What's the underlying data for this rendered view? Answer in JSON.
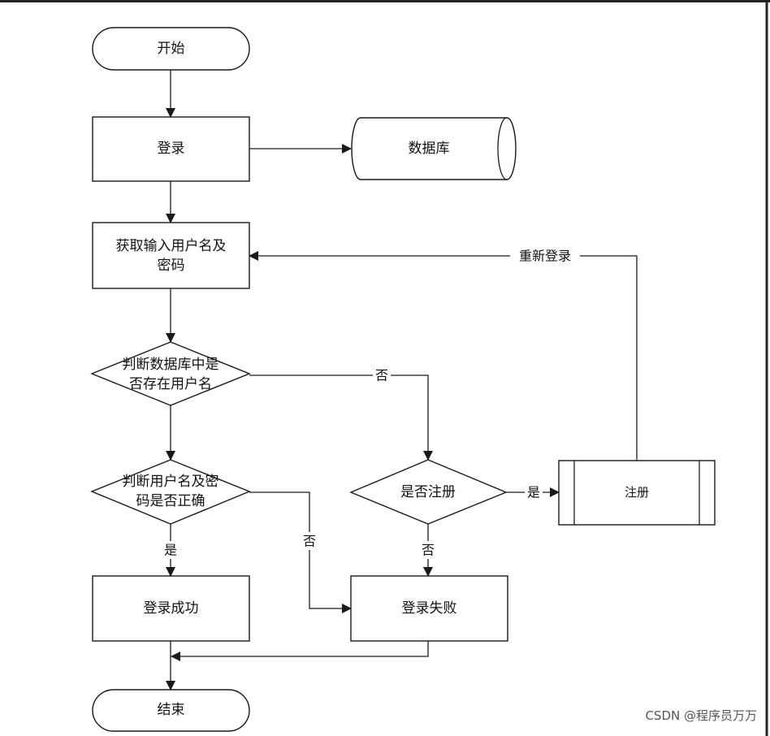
{
  "diagram": {
    "nodes": {
      "start": {
        "label": "开始"
      },
      "login": {
        "label": "登录"
      },
      "database": {
        "label": "数据库"
      },
      "get_credentials": {
        "label_line1": "获取输入用户名及",
        "label_line2": "密码"
      },
      "check_user_exists": {
        "label_line1": "判断数据库中是",
        "label_line2": "否存在用户名"
      },
      "check_password": {
        "label_line1": "判断用户名及密",
        "label_line2": "码是否正确"
      },
      "ask_register": {
        "label": "是否注册"
      },
      "register": {
        "label": "注册"
      },
      "login_success": {
        "label": "登录成功"
      },
      "login_failure": {
        "label": "登录失败"
      },
      "end": {
        "label": "结束"
      }
    },
    "edges": {
      "user_missing": {
        "label": "否"
      },
      "password_wrong": {
        "label": "否"
      },
      "register_yes": {
        "label": "是"
      },
      "register_no": {
        "label": "否"
      },
      "password_correct": {
        "label": "是"
      },
      "relogin": {
        "label": "重新登录"
      }
    }
  },
  "watermark": {
    "text": "CSDN @程序员万万"
  },
  "colors": {
    "stroke": "#1a1a1a",
    "background": "#ffffff"
  }
}
